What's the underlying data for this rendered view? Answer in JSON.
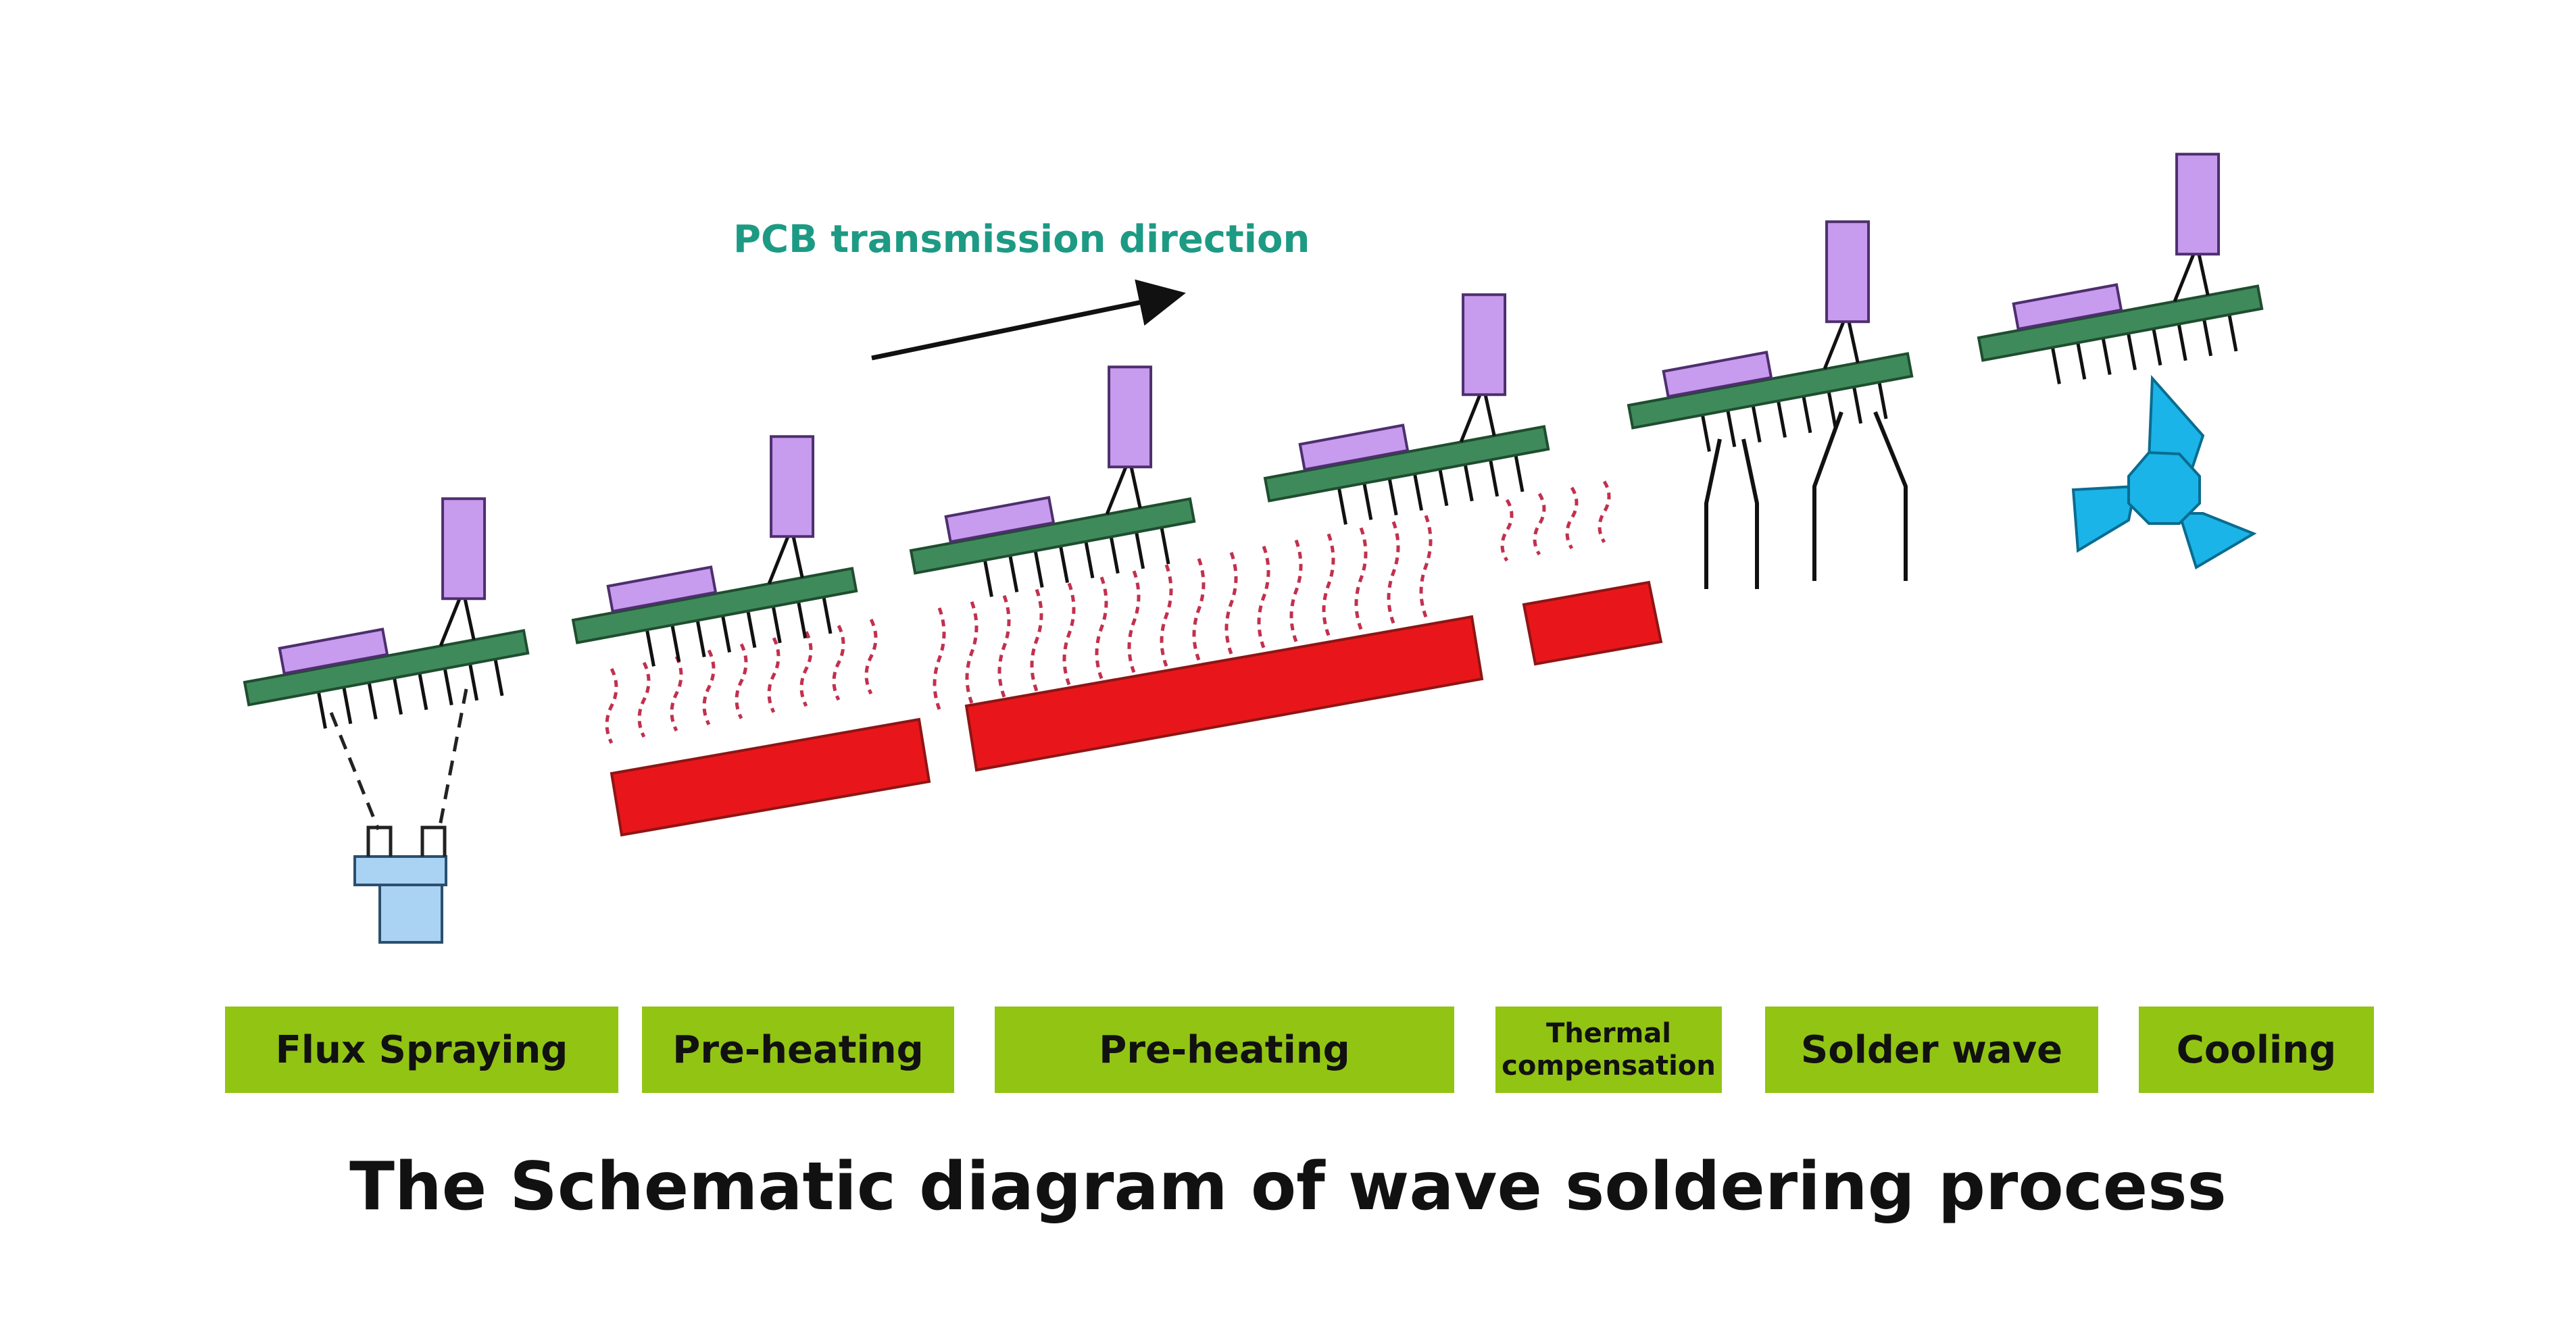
{
  "title": "The Schematic diagram of wave soldering process",
  "direction_label": "PCB transmission direction",
  "stages": [
    {
      "label": "Flux Spraying"
    },
    {
      "label": "Pre-heating"
    },
    {
      "label": "Pre-heating"
    },
    {
      "label": "Thermal\ncompensation"
    },
    {
      "label": "Solder wave"
    },
    {
      "label": "Cooling"
    }
  ],
  "colors": {
    "board": "#3f8a5a",
    "component": "#c79bee",
    "heater": "#e8161a",
    "heat_wave": "#c2304d",
    "label_bg": "#92c414",
    "nozzle": "#a9d2f3",
    "fan": "#1ab4e8",
    "direction_text": "#1d9a84"
  },
  "icons": {
    "spray_nozzle": "nozzle-icon",
    "fan": "fan-icon",
    "arrow": "arrow-icon"
  }
}
